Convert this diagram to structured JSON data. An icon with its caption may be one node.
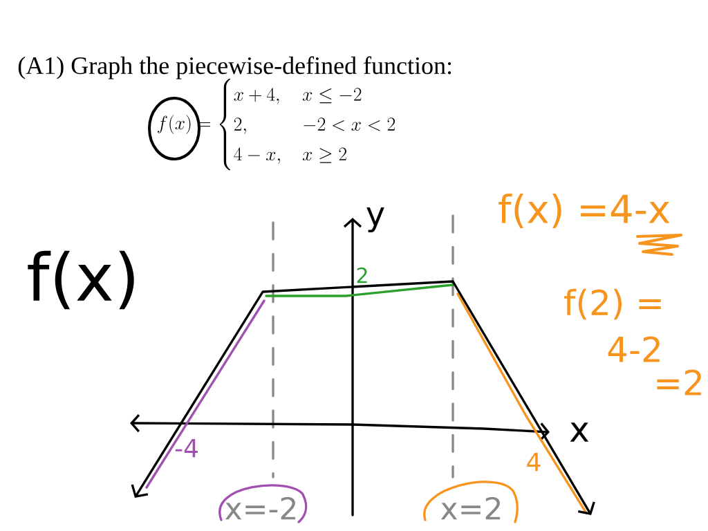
{
  "diagram": {
    "title": "(A1) Graph the piecewise-defined function:",
    "labels": [
      "f(x)=\\begin{cases}x+4, & x\\le -2\\\\ 2, & -2<x<2\\\\ 4-x, & x\\ge 2\\end{cases}",
      "f(x)",
      "y",
      "2",
      "x",
      "-4",
      "4",
      "x=-2",
      "x=2",
      "f(x) =4-x",
      "f(2) =",
      "4-2",
      "=2"
    ]
  }
}
